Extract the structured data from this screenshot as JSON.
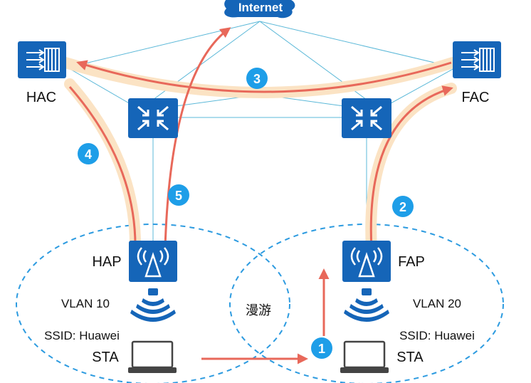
{
  "cloud": {
    "label": "Internet"
  },
  "devices": {
    "hac": {
      "label": "HAC"
    },
    "fac": {
      "label": "FAC"
    },
    "hap": {
      "label": "HAP"
    },
    "fap": {
      "label": "FAP"
    },
    "left_sta": {
      "label": "STA"
    },
    "right_sta": {
      "label": "STA"
    }
  },
  "areas": {
    "left": {
      "vlan": "VLAN 10",
      "ssid": "SSID: Huawei"
    },
    "right": {
      "vlan": "VLAN 20",
      "ssid": "SSID: Huawei"
    },
    "overlap_label": "漫游"
  },
  "steps": [
    "1",
    "2",
    "3",
    "4",
    "5"
  ],
  "colors": {
    "device_blue": "#1565b8",
    "line_cyan": "#5bb8d8",
    "arrow_red": "#e8685a",
    "glow": "#fbe3c4",
    "badge": "#1e9ee8",
    "dash": "#2d9be0"
  }
}
